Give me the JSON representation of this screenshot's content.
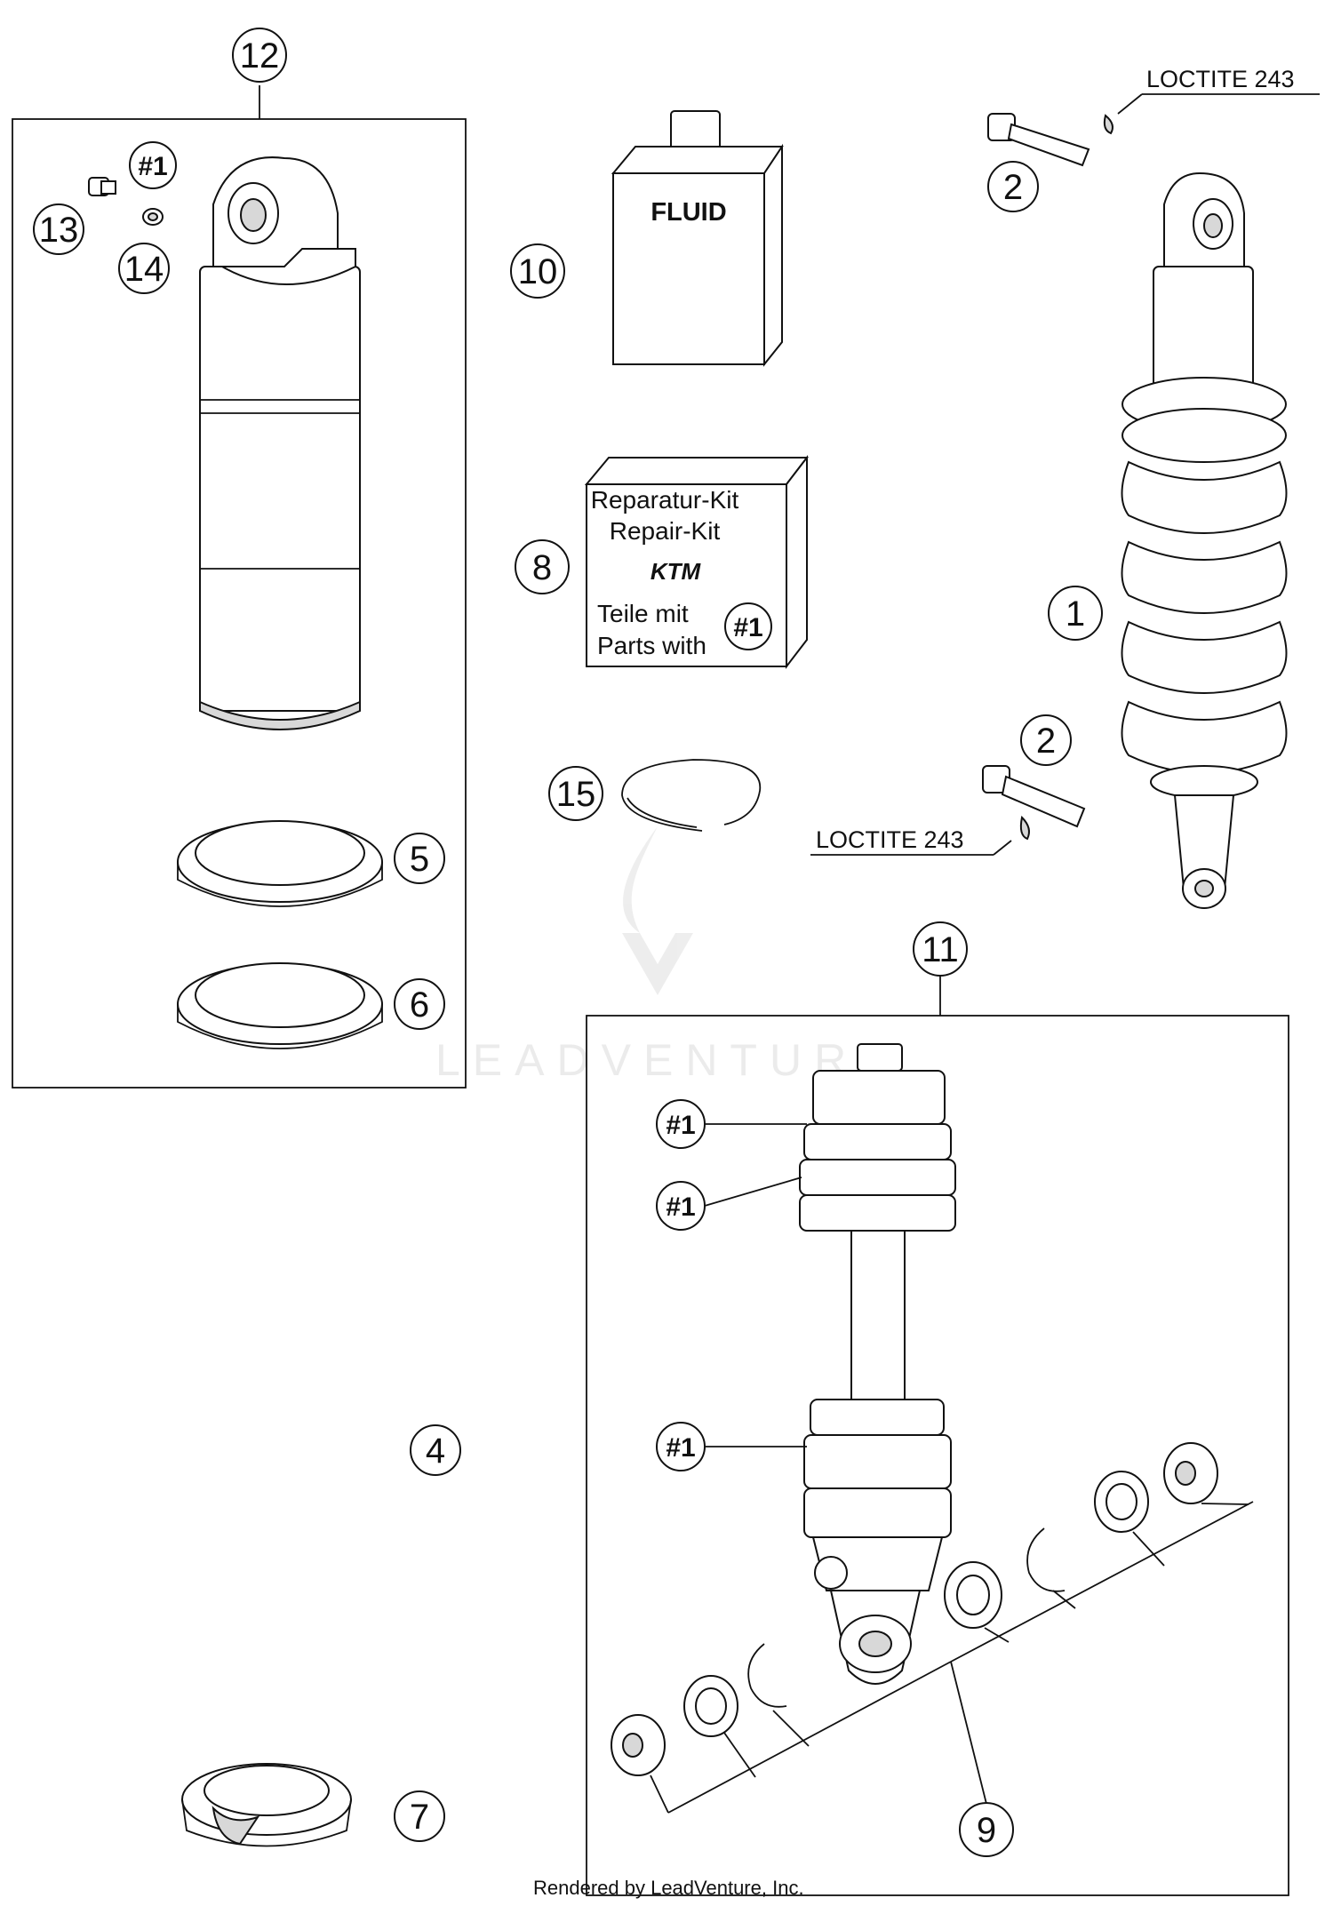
{
  "callouts": {
    "c1": "1",
    "c2a": "2",
    "c2b": "2",
    "c4": "4",
    "c5": "5",
    "c6": "6",
    "c7": "7",
    "c8": "8",
    "c9": "9",
    "c10": "10",
    "c11": "11",
    "c12": "12",
    "c13": "13",
    "c14": "14",
    "c15": "15"
  },
  "kit_refs": {
    "r12": "#1",
    "r8": "#1",
    "r11a": "#1",
    "r11b": "#1",
    "r11c": "#1"
  },
  "labels": {
    "loctite_top": "LOCTITE 243",
    "loctite_mid": "LOCTITE 243",
    "fluid": "FLUID",
    "kit_line1": "Reparatur-Kit",
    "kit_line2": "Repair-Kit",
    "kit_line3": "Teile mit",
    "kit_line4": "Parts with",
    "kit_brand": "KTM"
  },
  "watermark": "LEADVENTUR",
  "credit": "Rendered by LeadVenture, Inc."
}
